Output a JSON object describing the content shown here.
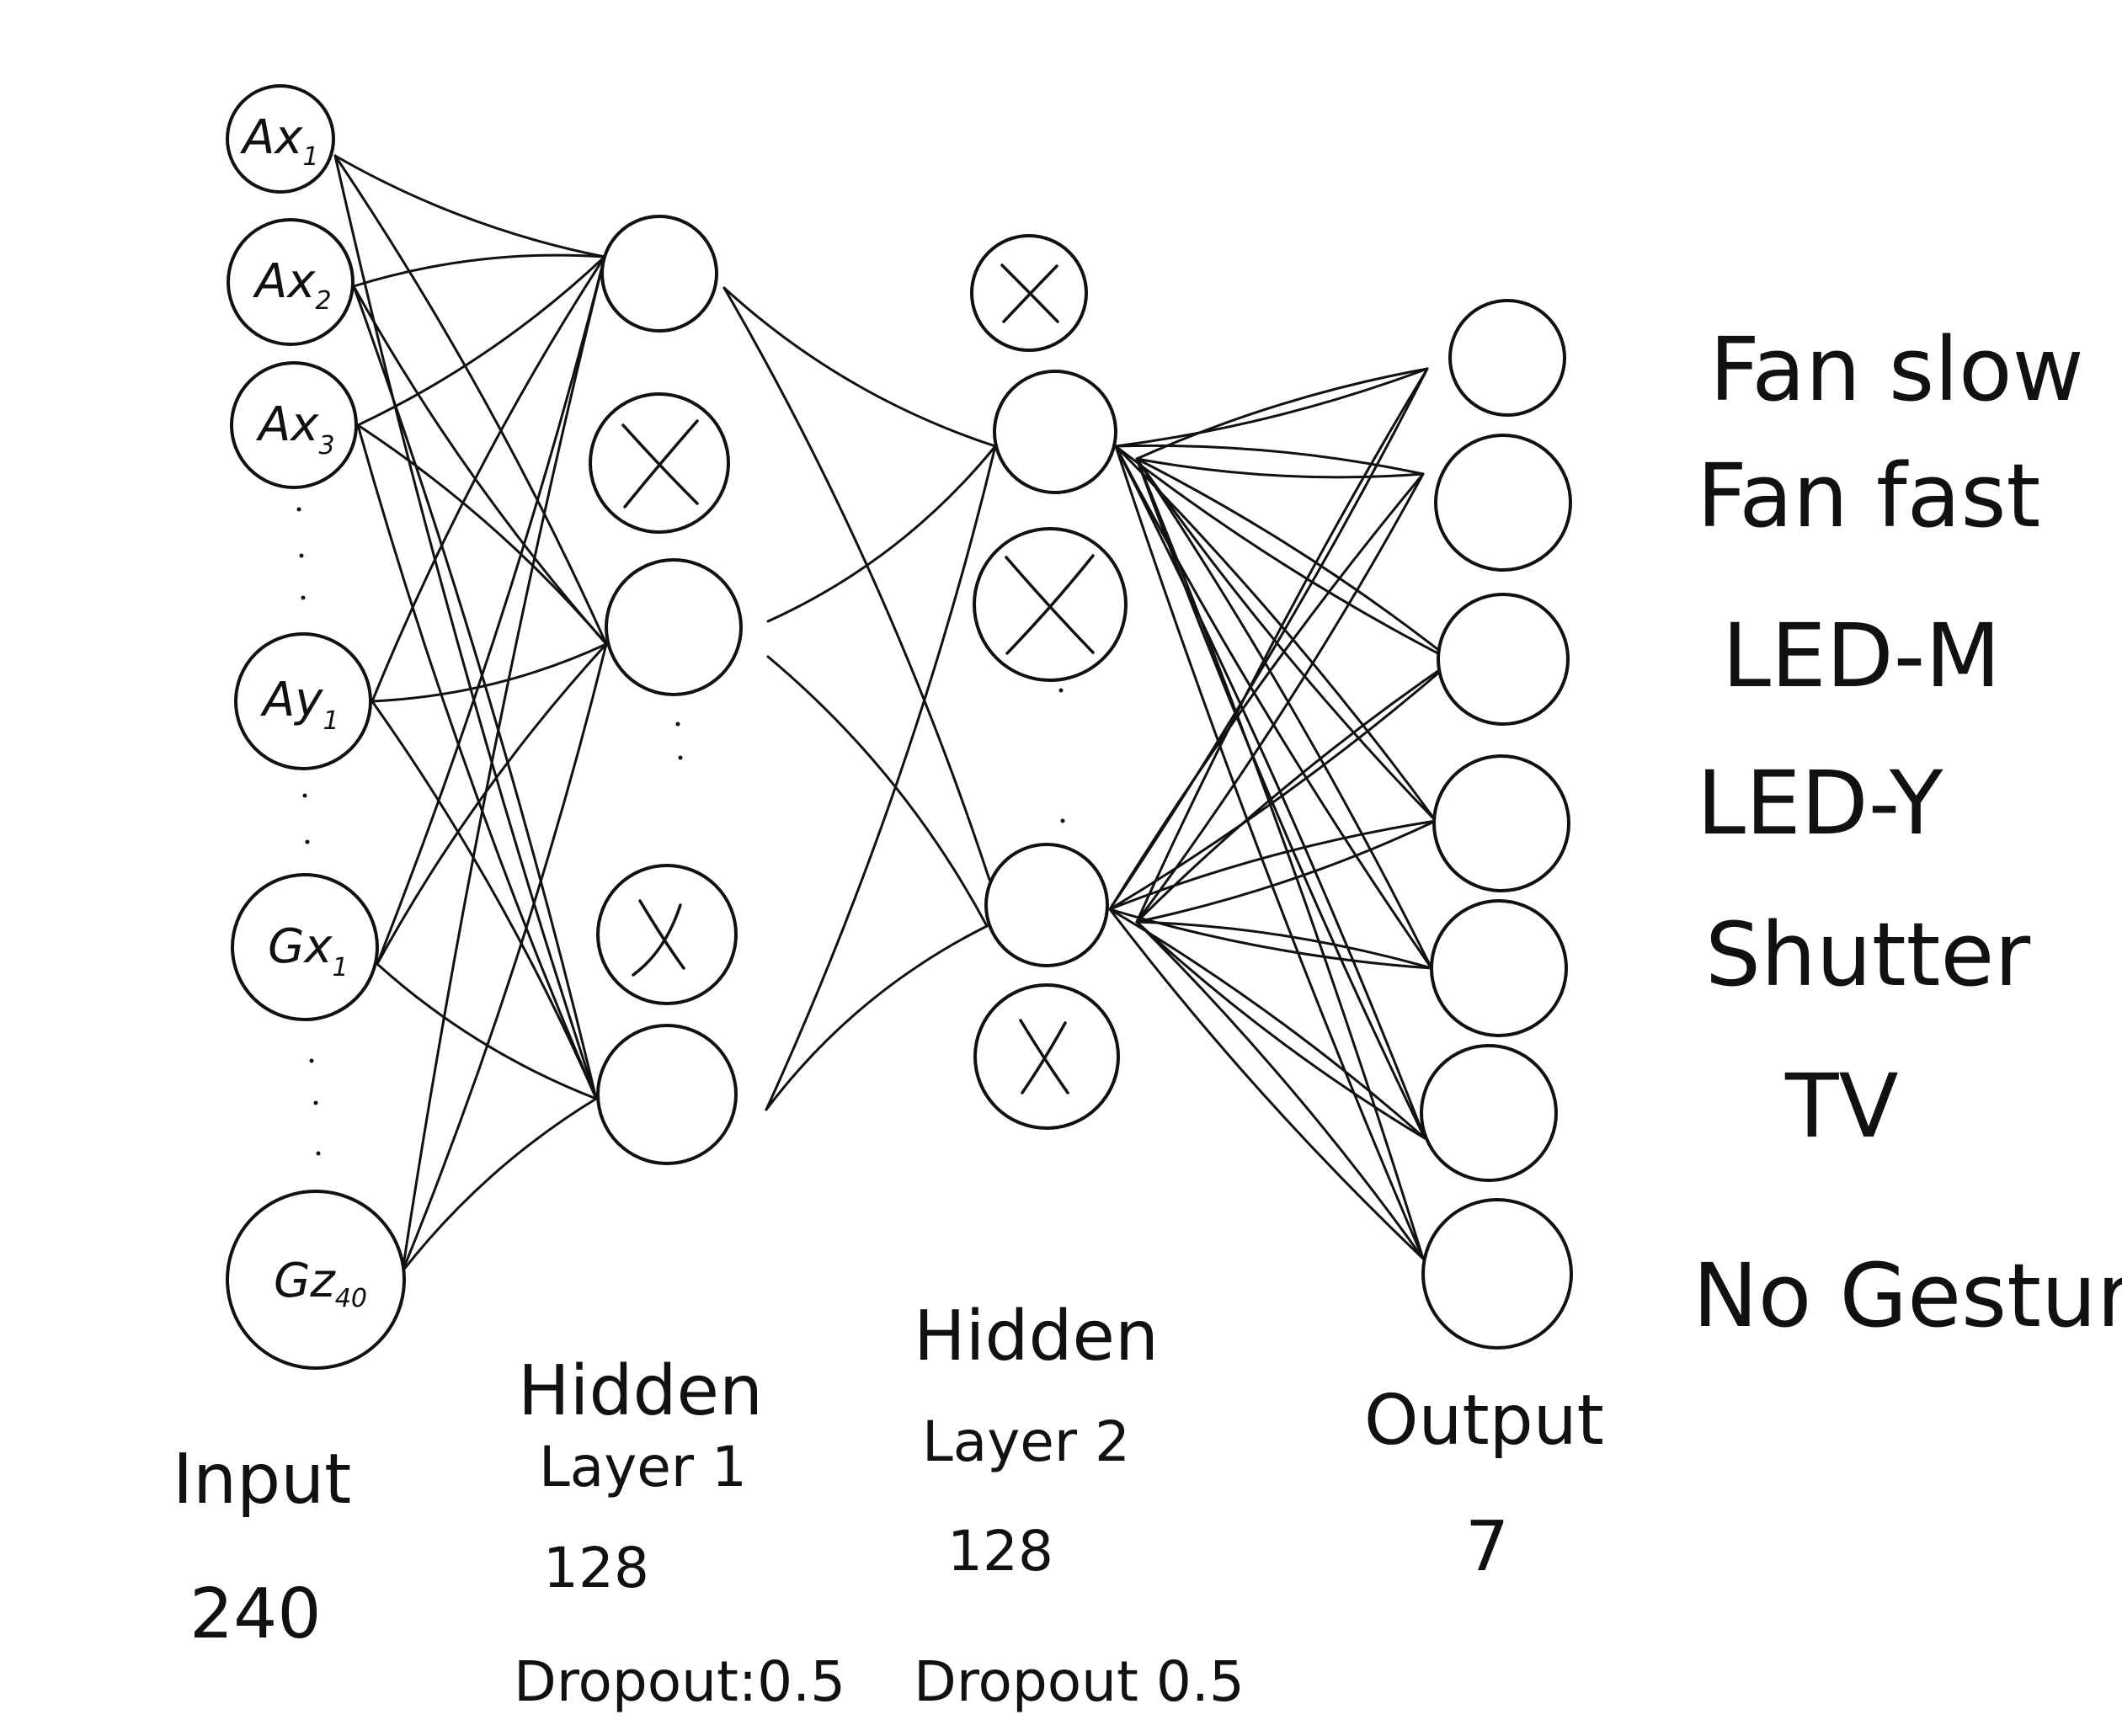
{
  "input_layer": {
    "nodes": [
      {
        "main": "Ax",
        "sub": "1"
      },
      {
        "main": "Ax",
        "sub": "2"
      },
      {
        "main": "Ax",
        "sub": "3"
      },
      {
        "main": "Ay",
        "sub": "1"
      },
      {
        "main": "Gx",
        "sub": "1"
      },
      {
        "main": "Gz",
        "sub": "40"
      }
    ],
    "name": "Input",
    "size": "240"
  },
  "hidden_layer_1": {
    "nodes": [
      {
        "dropped": false
      },
      {
        "dropped": true
      },
      {
        "dropped": false
      },
      {
        "dropped": true
      },
      {
        "dropped": false
      }
    ],
    "title": "Hidden",
    "subtitle": "Layer 1",
    "size": "128",
    "dropout": "Dropout:0.5"
  },
  "hidden_layer_2": {
    "nodes": [
      {
        "dropped": true
      },
      {
        "dropped": false
      },
      {
        "dropped": true
      },
      {
        "dropped": false
      },
      {
        "dropped": true
      }
    ],
    "title": "Hidden",
    "subtitle": "Layer 2",
    "size": "128",
    "dropout": "Dropout 0.5"
  },
  "output_layer": {
    "name": "Output",
    "size": "7",
    "classes": [
      "Fan slow",
      "Fan fast",
      "LED-M",
      "LED-Y",
      "Shutter",
      "TV",
      "No Gesture"
    ]
  },
  "colors": {
    "ink": "#111111",
    "paper": "#ffffff"
  }
}
